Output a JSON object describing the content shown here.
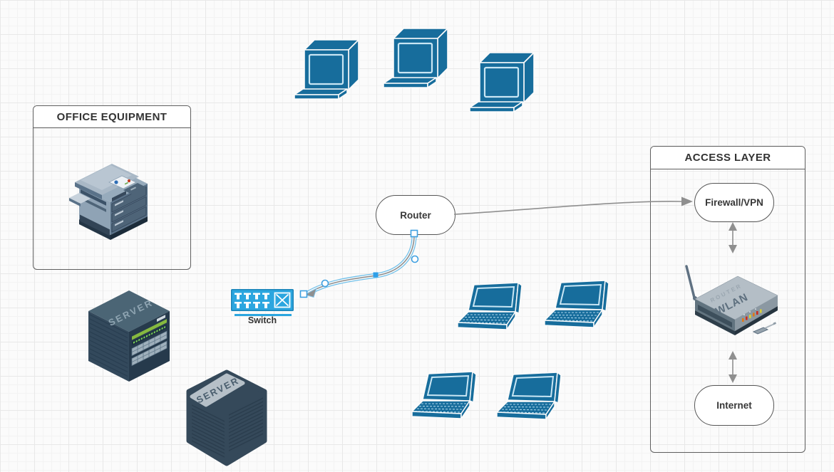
{
  "containers": {
    "office_equipment": {
      "title": "OFFICE EQUIPMENT"
    },
    "access_layer": {
      "title": "ACCESS LAYER"
    }
  },
  "nodes": {
    "router": {
      "label": "Router"
    },
    "firewall_vpn": {
      "label": "Firewall/VPN"
    },
    "internet": {
      "label": "Internet"
    }
  },
  "switch": {
    "label": "Switch"
  },
  "devices": {
    "server_1": {
      "label": "SERVER"
    },
    "server_2": {
      "label": "SERVER"
    },
    "wlan_router": {
      "brand_text": "ROUTER",
      "label": "WLAN"
    },
    "desktop_count": 3,
    "laptop_count": 4
  },
  "selection": {
    "selected_connector": "router-to-switch"
  },
  "colors": {
    "device_blue": "#176d9c",
    "switch_blue": "#2ca6df",
    "selection_blue": "#3d9fe0",
    "connector_gray": "#8f8f8f",
    "shape_border": "#565656",
    "label_text": "#333333",
    "canvas_bg": "#fbfbfb"
  }
}
